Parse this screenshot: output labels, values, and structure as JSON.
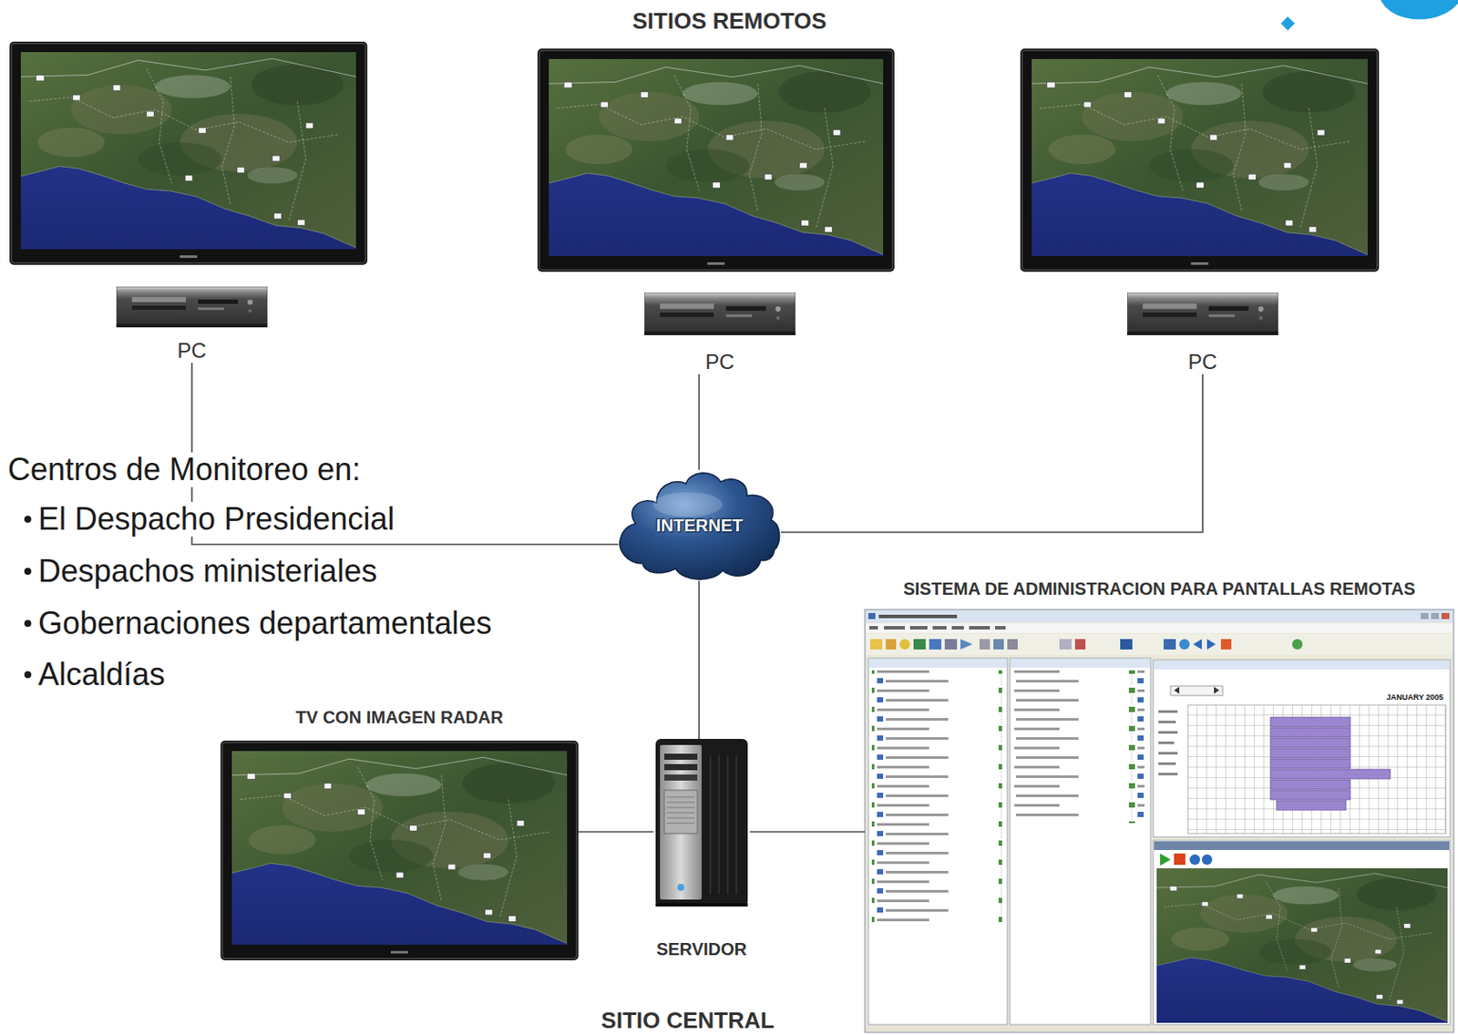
{
  "diagram": {
    "title": "SITIOS REMOTOS",
    "nodes": [
      {
        "text": [
          "PC"
        ]
      },
      {
        "text": [
          "PC"
        ]
      },
      {
        "text": [
          "PC"
        ]
      },
      {
        "text": [
          "INTERNET"
        ]
      },
      {
        "text": [
          "TV CON IMAGEN RADAR"
        ]
      },
      {
        "text": [
          "SERVIDOR"
        ]
      },
      {
        "text": [
          "SISTEMA DE ADMINISTRACION PARA PANTALLAS REMOTAS"
        ]
      }
    ],
    "edges": [
      {
        "from": 0,
        "to": 3,
        "arrow": "none"
      },
      {
        "from": 1,
        "to": 3,
        "arrow": "none"
      },
      {
        "from": 2,
        "to": 3,
        "arrow": "none"
      },
      {
        "from": 3,
        "to": 5,
        "arrow": "none"
      },
      {
        "from": 4,
        "to": 5,
        "arrow": "none"
      },
      {
        "from": 5,
        "to": 6,
        "arrow": "none"
      }
    ],
    "labels": [
      "Centros de Monitoreo en:",
      "El Despacho Presidencial",
      "Despachos ministeriales",
      "Gobernaciones departamentales",
      "Alcaldías",
      "JANUARY 2005",
      "SITIO CENTRAL"
    ]
  }
}
